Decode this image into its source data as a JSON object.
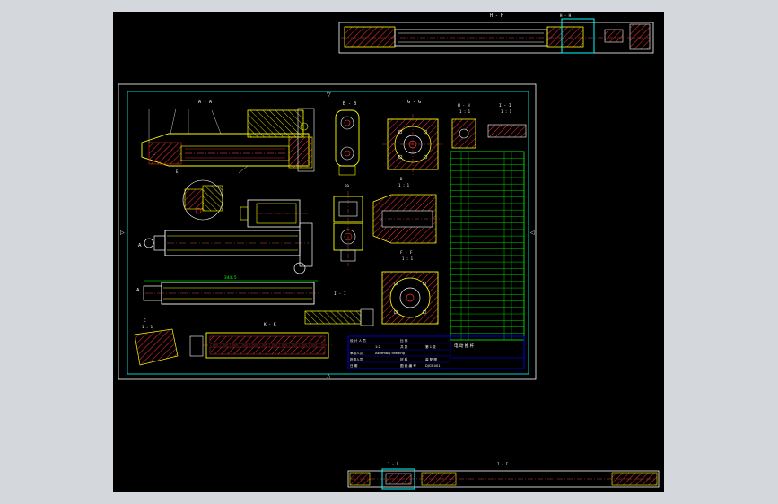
{
  "colors": {
    "background": "#d4d7dc",
    "canvas": "#000000",
    "frame": "#ffffff",
    "outline": "#00ffff",
    "part": "#ffff00",
    "dimension": "#00ff00",
    "hatch": "#ff0000",
    "center": "#ff5555",
    "table": "#00ff00",
    "tag": "#ffffff"
  },
  "views": {
    "top_section": "H - H",
    "bottom_section_a": "I - I",
    "bottom_section_b": "I - I",
    "aa": "A - A",
    "bb": "B - B",
    "gg": "G - G",
    "hh": "H - H",
    "hh_scale": "1 : 1",
    "ii": "I - I",
    "ii_scale": "1 : 1",
    "d_label": "D",
    "d_scale": "1 : 1",
    "e_label": "E",
    "e_scale": "1 : 1",
    "ff": "F - F",
    "ff_scale": "1 : 1",
    "c_label": "C",
    "c_scale": "1 : 1",
    "kk": "K - K",
    "i_mid": "I - I"
  },
  "dimensions": {
    "overall_length": "344.5"
  },
  "title_block": {
    "rows": [
      [
        "设 计 人 员",
        "",
        "比 例"
      ],
      [
        "",
        "1:2",
        "共 张",
        "第 1 张"
      ],
      [
        "审核人员",
        "Assembly drawing"
      ],
      [
        "批准人员",
        "",
        "材 料",
        "装 配 图"
      ],
      [
        "日 期",
        "",
        "图 纸 编 号",
        "DJGT-001"
      ]
    ],
    "right_heading": "电 动 推 杆"
  },
  "parts_table": {
    "rows": 29
  }
}
